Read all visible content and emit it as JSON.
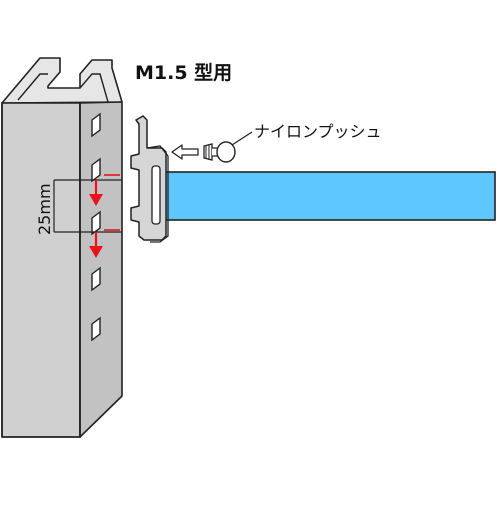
{
  "title": "M1.5 型用",
  "part_label": "ナイロンプッシュ",
  "dimension_label": "25mm",
  "colors": {
    "post_face": "#d2d2d2",
    "post_side": "#bfbfbf",
    "post_top": "#e6e6e6",
    "outline": "#222222",
    "beam": "#5fc7ff",
    "arrow_red": "#e8131b",
    "background": "#ffffff"
  },
  "icons": [
    "insert-arrow-icon",
    "nylon-push-icon",
    "down-arrow-icon"
  ]
}
